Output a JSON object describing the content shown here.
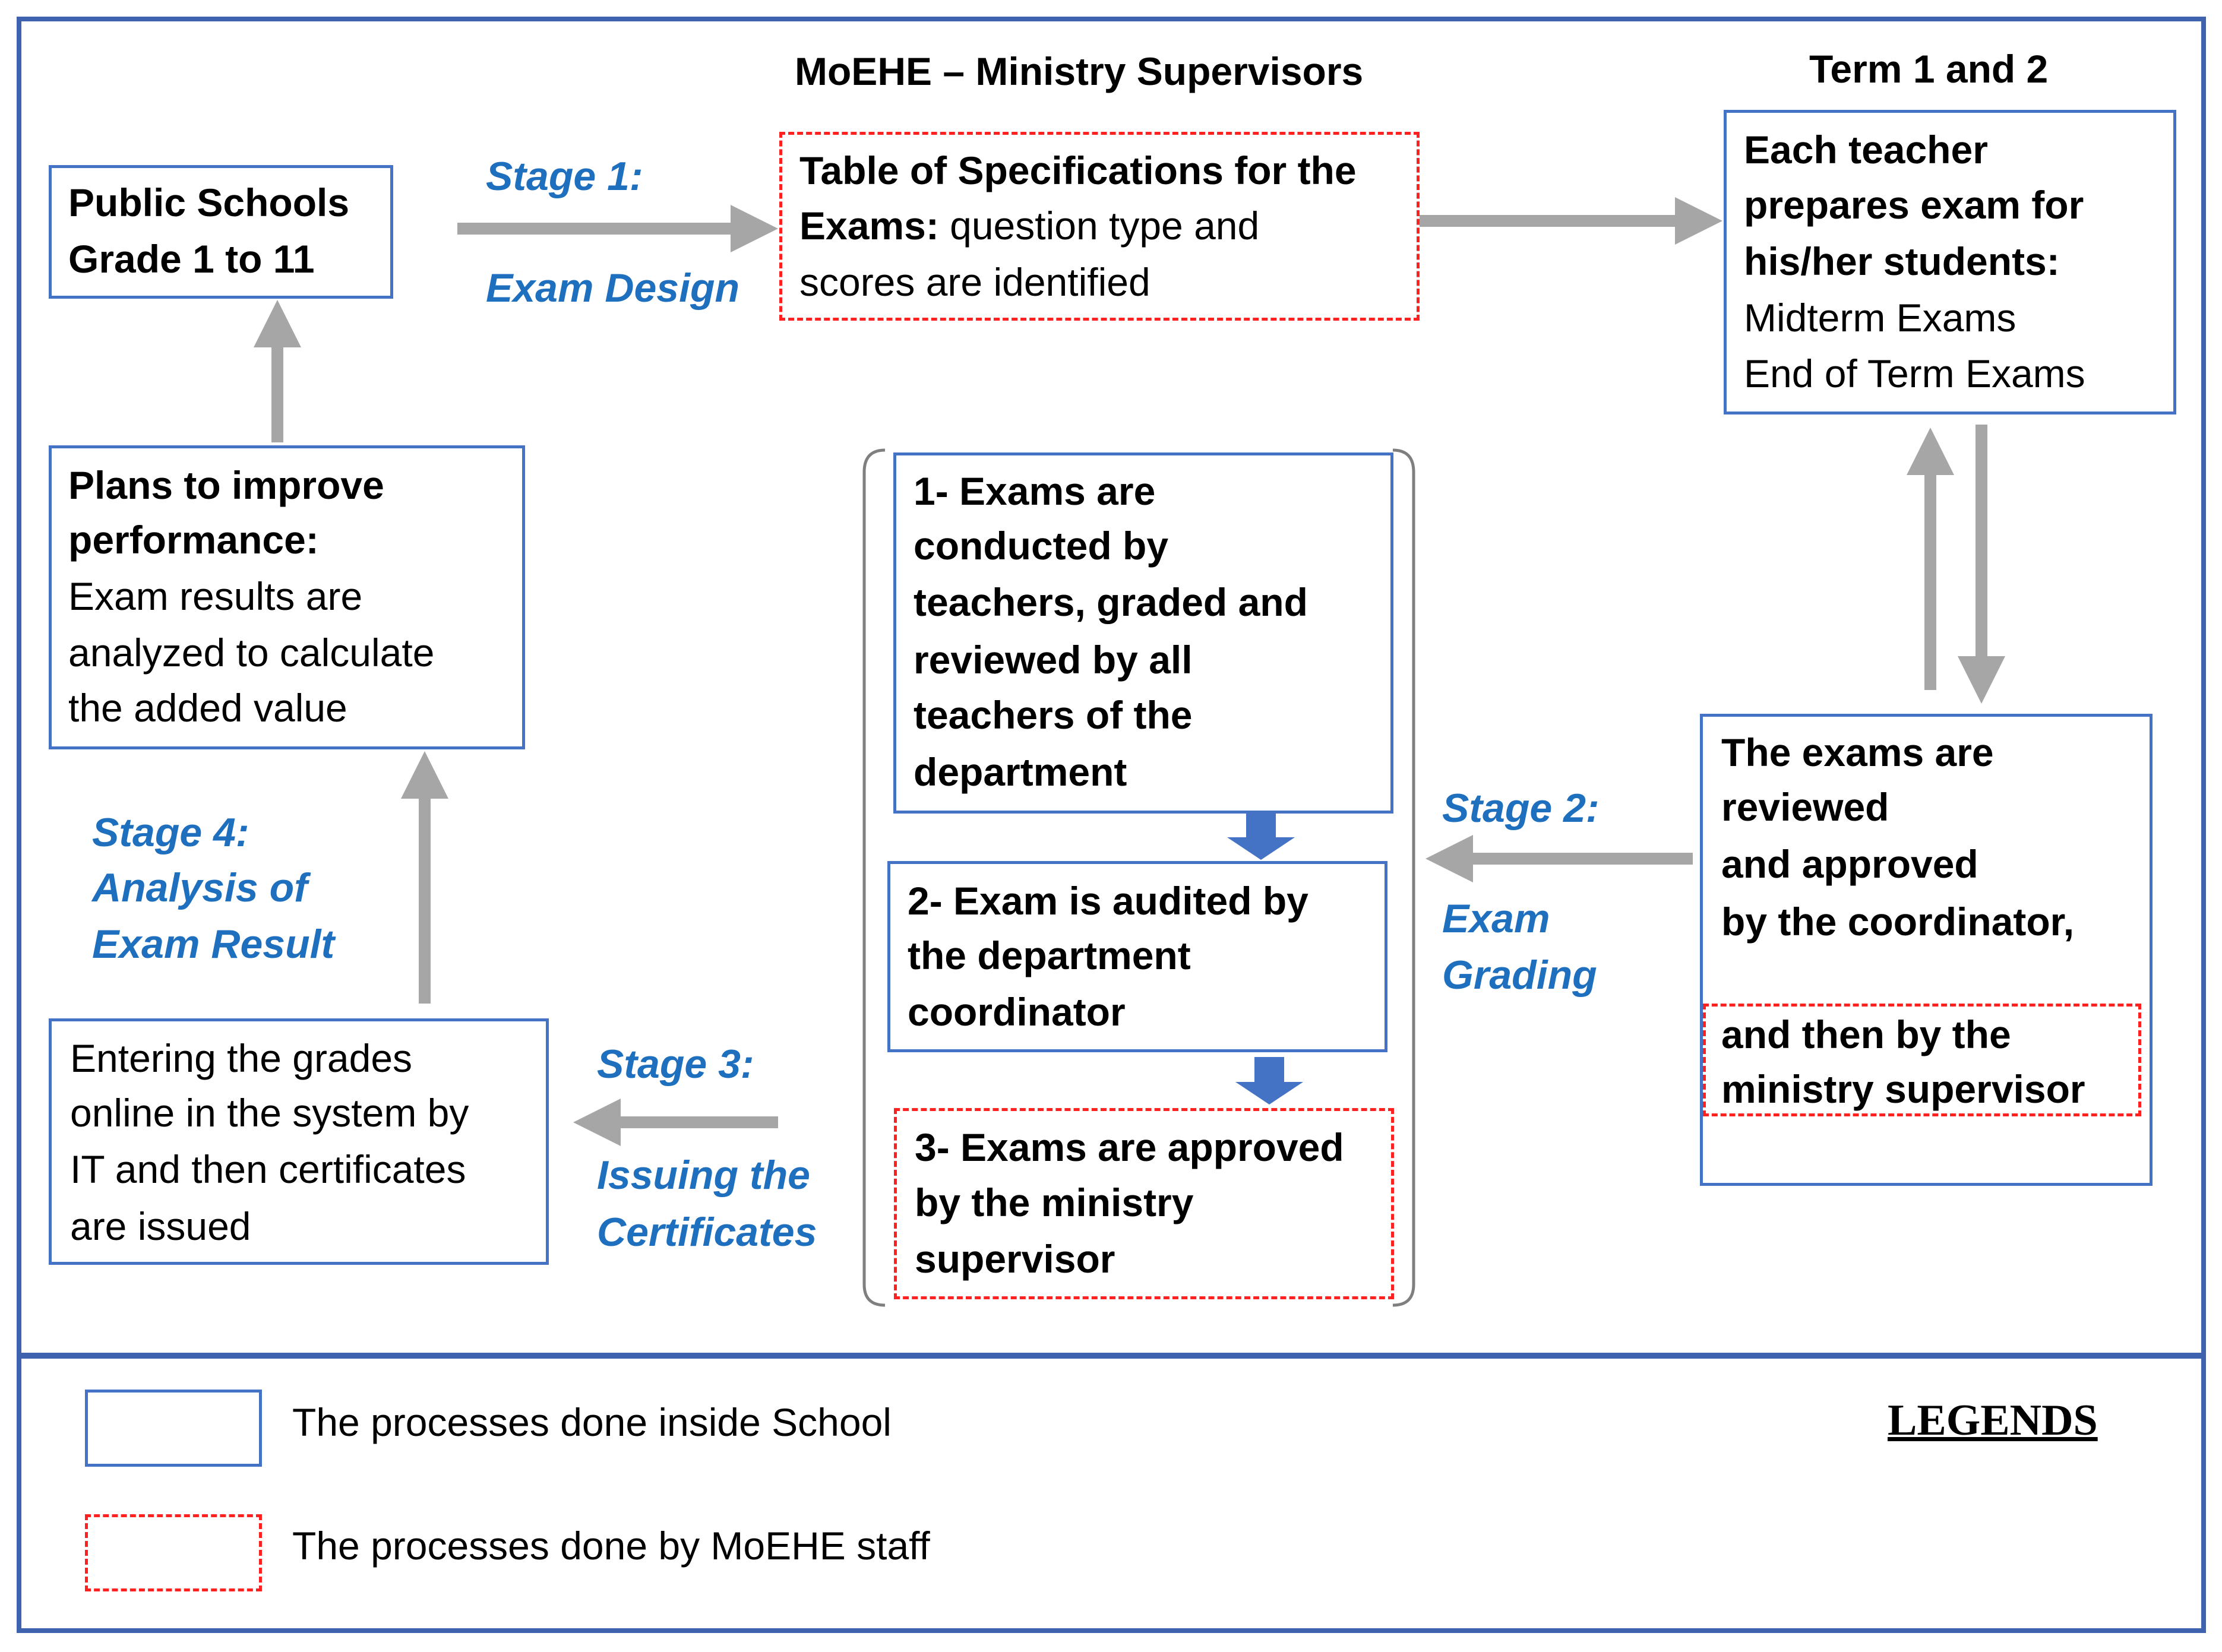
{
  "header": {
    "moehe_title": "MoEHE – Ministry Supervisors",
    "term_title": "Term 1 and 2"
  },
  "stages": {
    "stage1_title": "Stage 1:",
    "stage1_name": "Exam Design",
    "stage2_title": "Stage 2:",
    "stage2_name_line1": "Exam",
    "stage2_name_line2": "Grading",
    "stage3_title": "Stage 3:",
    "stage3_name_line1": "Issuing the",
    "stage3_name_line2": "Certificates",
    "stage4_title": "Stage 4:",
    "stage4_name_line1": "Analysis of",
    "stage4_name_line2": "Exam Result"
  },
  "boxes": {
    "public_schools": [
      "Public Schools",
      "Grade 1 to 11"
    ],
    "specifications": {
      "line1": "Table of Specifications for the",
      "line2_bold": "Exams:",
      "line2_rest": " question type and",
      "line3": "scores are identified"
    },
    "teacher_prepares": {
      "bold_lines": [
        "Each teacher",
        "prepares exam for",
        "his/her students:"
      ],
      "normal_lines": [
        "Midterm Exams",
        "End of Term Exams"
      ]
    },
    "plans_improve": {
      "bold_lines": [
        "Plans to improve",
        "performance:"
      ],
      "normal_lines": [
        "Exam results are",
        "analyzed to calculate",
        "the added value"
      ]
    },
    "exams_conducted": [
      "1- Exams are",
      "conducted by",
      "teachers, graded and",
      "reviewed by all",
      "teachers of the",
      "department"
    ],
    "exam_audited": [
      "2- Exam is audited by",
      "the department",
      "coordinator"
    ],
    "exams_approved": [
      "3- Exams are approved",
      "by the ministry",
      "supervisor"
    ],
    "exams_reviewed": [
      "The exams are",
      "reviewed",
      "and approved",
      "by the coordinator,"
    ],
    "ministry_supervisor": [
      "and then by the",
      "ministry supervisor"
    ],
    "entering_grades": [
      "Entering the grades",
      "online in the system by",
      "IT and then certificates",
      "are issued"
    ]
  },
  "legend": {
    "title": "LEGENDS",
    "school_label": "The processes done inside School",
    "moehe_label": "The processes done by MoEHE staff"
  },
  "colors": {
    "frame": "#3f62ae",
    "box_border": "#4472c4",
    "dashed_border": "#ff2020",
    "stage_text": "#1f6fbf",
    "grey_arrow": "#a6a6a6",
    "blue_arrow": "#4472c4"
  }
}
